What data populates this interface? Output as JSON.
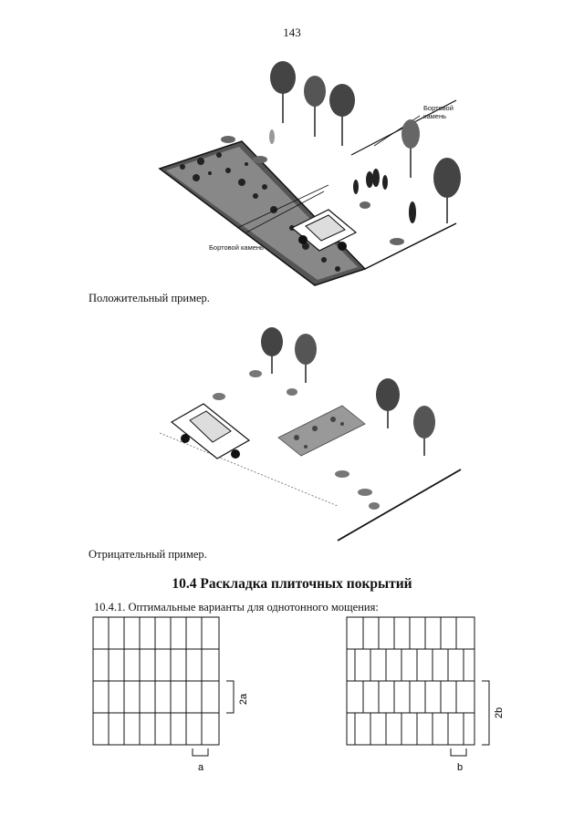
{
  "page": {
    "number": "143"
  },
  "figure_positive": {
    "label_curb_top_line1": "Бортовой",
    "label_curb_top_line2": "камень",
    "label_curb_bottom": "Бортовой камень",
    "caption": "Положительный пример."
  },
  "figure_negative": {
    "caption": "Отрицательный пример."
  },
  "section": {
    "title": "10.4 Раскладка плиточных покрытий",
    "subsection": "10.4.1. Оптимальные варианты для однотонного мощения:"
  },
  "layout_left": {
    "dimension_label": "2a",
    "unit_label": "a"
  },
  "layout_right": {
    "dimension_label": "2b",
    "unit_label": "b"
  }
}
